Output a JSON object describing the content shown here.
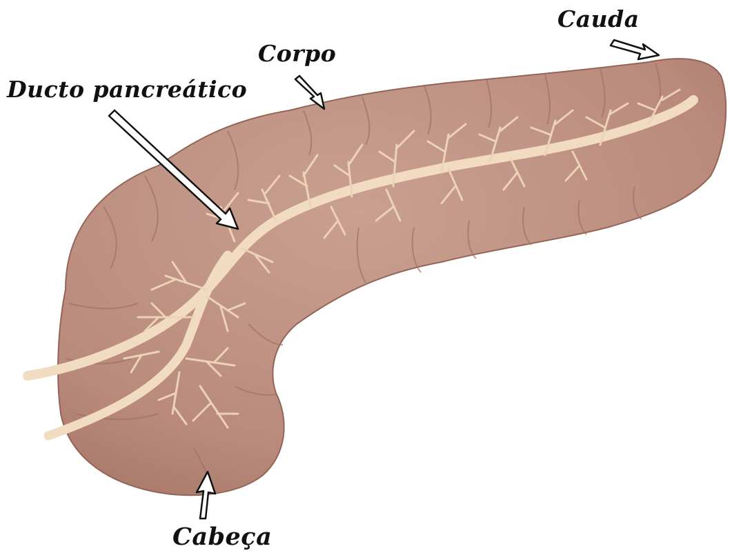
{
  "labels": {
    "cauda": "Cauda",
    "corpo": "Corpo",
    "ducto": "Ducto pancreático",
    "cabeca": "Cabeça"
  },
  "colors": {
    "organ": "#b98a7c",
    "organ_shadow": "#9e6f62",
    "organ_highlight": "#c9a091",
    "duct": "#f1dcc2",
    "arrow_fill": "#ffffff",
    "arrow_stroke": "#111111"
  }
}
